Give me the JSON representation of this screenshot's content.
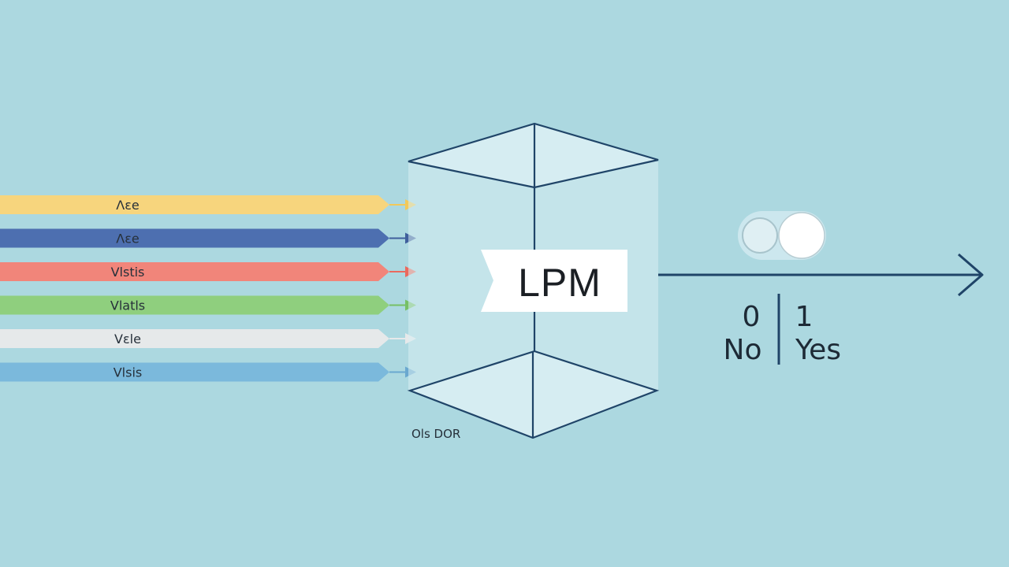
{
  "inputs": [
    {
      "label": "Λεe",
      "color": "#f7d57d",
      "arrow_color": "#f2c95a"
    },
    {
      "label": "Λεe",
      "color": "#4d6fb0",
      "arrow_color": "#3f5f9c"
    },
    {
      "label": "Vlstis",
      "color": "#f1857a",
      "arrow_color": "#ea6a5e"
    },
    {
      "label": "Vlatls",
      "color": "#8fcf7e",
      "arrow_color": "#77c066"
    },
    {
      "label": "Vεle",
      "color": "#e6e9ea",
      "arrow_color": "#e6e9ea"
    },
    {
      "label": "Vlsis",
      "color": "#7bb9dc",
      "arrow_color": "#6aa8cf"
    }
  ],
  "model": {
    "label": "LPM",
    "caption": "Ols DOR"
  },
  "outcome": {
    "values": [
      {
        "value": "0",
        "label": "No"
      },
      {
        "value": "1",
        "label": "Yes"
      }
    ]
  },
  "colors": {
    "background": "#acd8e0",
    "cube_stroke": "#1f4468",
    "cube_fill": "#d8eef3",
    "arrow": "#1f4468"
  }
}
